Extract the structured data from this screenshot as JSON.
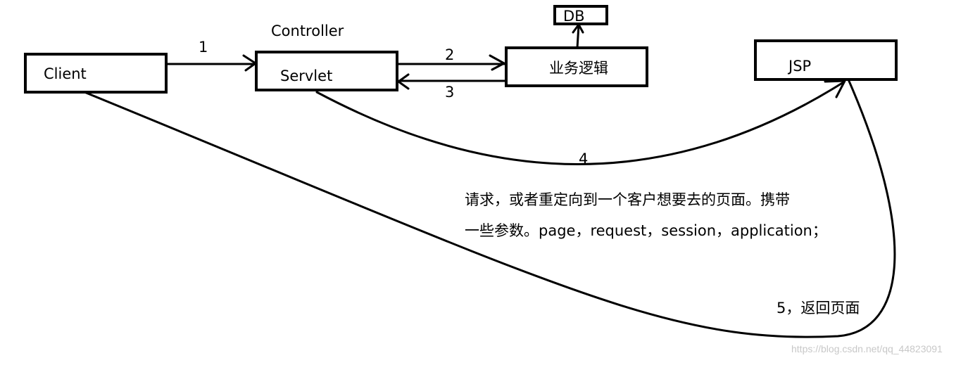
{
  "nodes": {
    "db": "DB",
    "controller": "Controller",
    "client": "Client",
    "servlet": "Servlet",
    "business": "业务逻辑",
    "jsp": "JSP"
  },
  "steps": {
    "s1": "1",
    "s2": "2",
    "s3": "3",
    "s4": "4",
    "s5": "5，返回页面"
  },
  "note": {
    "line1": "请求，或者重定向到一个客户想要去的页面。携带",
    "line2": "一些参数。page，request，session，application；"
  },
  "watermark": "https://blog.csdn.net/qq_44823091"
}
